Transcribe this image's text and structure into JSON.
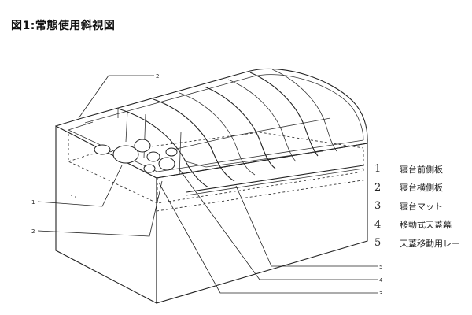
{
  "title": "図1:常態使用斜視図",
  "callouts": {
    "c1": "1",
    "c2_top": "2",
    "c2_left": "2",
    "c5": "5",
    "c4": "4",
    "c3": "3"
  },
  "legend": [
    {
      "num": "1",
      "text": "寝台前側板"
    },
    {
      "num": "2",
      "text": "寝台横側板"
    },
    {
      "num": "3",
      "text": "寝台マット"
    },
    {
      "num": "4",
      "text": "移動式天蓋幕"
    },
    {
      "num": "5",
      "text": "天蓋移動用レー"
    }
  ]
}
